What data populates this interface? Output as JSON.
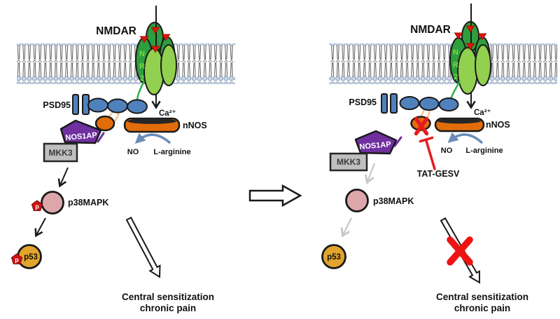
{
  "diagram": {
    "left_panel": {
      "nmdar": "NMDAR",
      "nr2_letters": [
        "N",
        "R",
        "2"
      ],
      "psd95": "PSD95",
      "calcium": "Ca²⁺",
      "nnos": "nNOS",
      "no": "NO",
      "l_arginine": "L-arginine",
      "nos1ap": "NOS1AP",
      "mkk3": "MKK3",
      "p38mapk": "p38MAPK",
      "p53": "p53",
      "phospho_badge": "p",
      "outcome_line1": "Central sensitization",
      "outcome_line2": "chronic pain"
    },
    "right_panel": {
      "nmdar": "NMDAR",
      "nr2_letters": [
        "N",
        "R",
        "2"
      ],
      "psd95": "PSD95",
      "calcium": "Ca²⁺",
      "nnos": "nNOS",
      "no": "NO",
      "l_arginine": "L-arginine",
      "nos1ap": "NOS1AP",
      "mkk3": "MKK3",
      "p38mapk": "p38MAPK",
      "p53": "p53",
      "tat_gesv": "TAT-GESV",
      "outcome_line1": "Central sensitization",
      "outcome_line2": "chronic pain"
    },
    "colors": {
      "receptor_dark_green": "#2f9e3f",
      "receptor_light_green": "#92d050",
      "ligand_marker_red": "#e3150a",
      "membrane_head_blue": "#c8d7ea",
      "psd95_blue": "#4f81bd",
      "nnos_orange": "#e36c0a",
      "nos1ap_purple": "#7030a0",
      "mkk3_gray": "#bfbfbf",
      "p38_pink": "#dda6aa",
      "p53_gold": "#e2a42c",
      "phospho_red": "#cb1212",
      "inhibition_red": "#e51c1c",
      "faded_arrow_gray": "#c7c7c7",
      "no_arc_blue": "#6b8cba"
    }
  }
}
